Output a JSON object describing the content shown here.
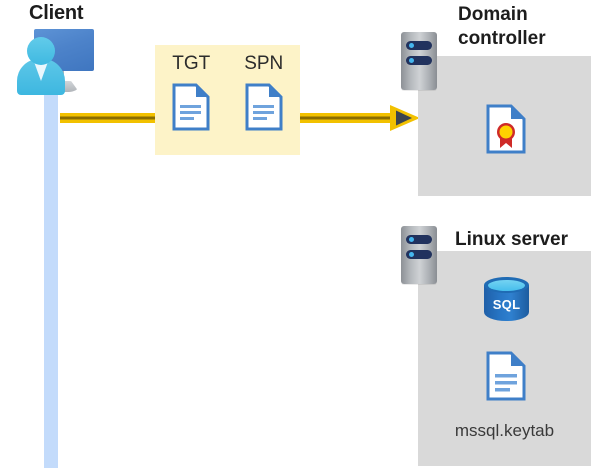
{
  "diagram": {
    "title_client": "Client",
    "title_domain_controller": "Domain\ncontroller",
    "title_domain_controller_line1": "Domain",
    "title_domain_controller_line2": "controller",
    "title_linux_server": "Linux server",
    "keytab_filename": "mssql.keytab",
    "sql_label": "SQL",
    "tokens": [
      {
        "label": "TGT",
        "icon": "document-icon"
      },
      {
        "label": "SPN",
        "icon": "document-icon"
      }
    ],
    "icons": {
      "client": "client-workstation-icon",
      "server_rack": "server-rack-icon",
      "certificate": "certificate-document-icon",
      "database": "sql-database-icon",
      "keytab": "document-icon",
      "arrow": "right-arrow-icon",
      "lifeline": "lifeline-bar"
    },
    "flow": {
      "from": "Client",
      "to": "Domain controller",
      "carries": "TGT SPN"
    },
    "colors": {
      "accent_yellow": "#fdf3c8",
      "arrow_gold": "#f2c100",
      "arrow_core": "#8a6d00",
      "arrowhead_dark": "#3b4450",
      "panel_gray": "#d9d9d9",
      "lifeline_blue": "#c3dbfb",
      "doc_blue": "#3f7fc8",
      "sql_blue": "#2775c4",
      "seal_gold": "#ffd200",
      "ribbon_red": "#cf2a27",
      "text_dark": "#1d1d1d",
      "text_gray": "#3a3a3a"
    }
  }
}
